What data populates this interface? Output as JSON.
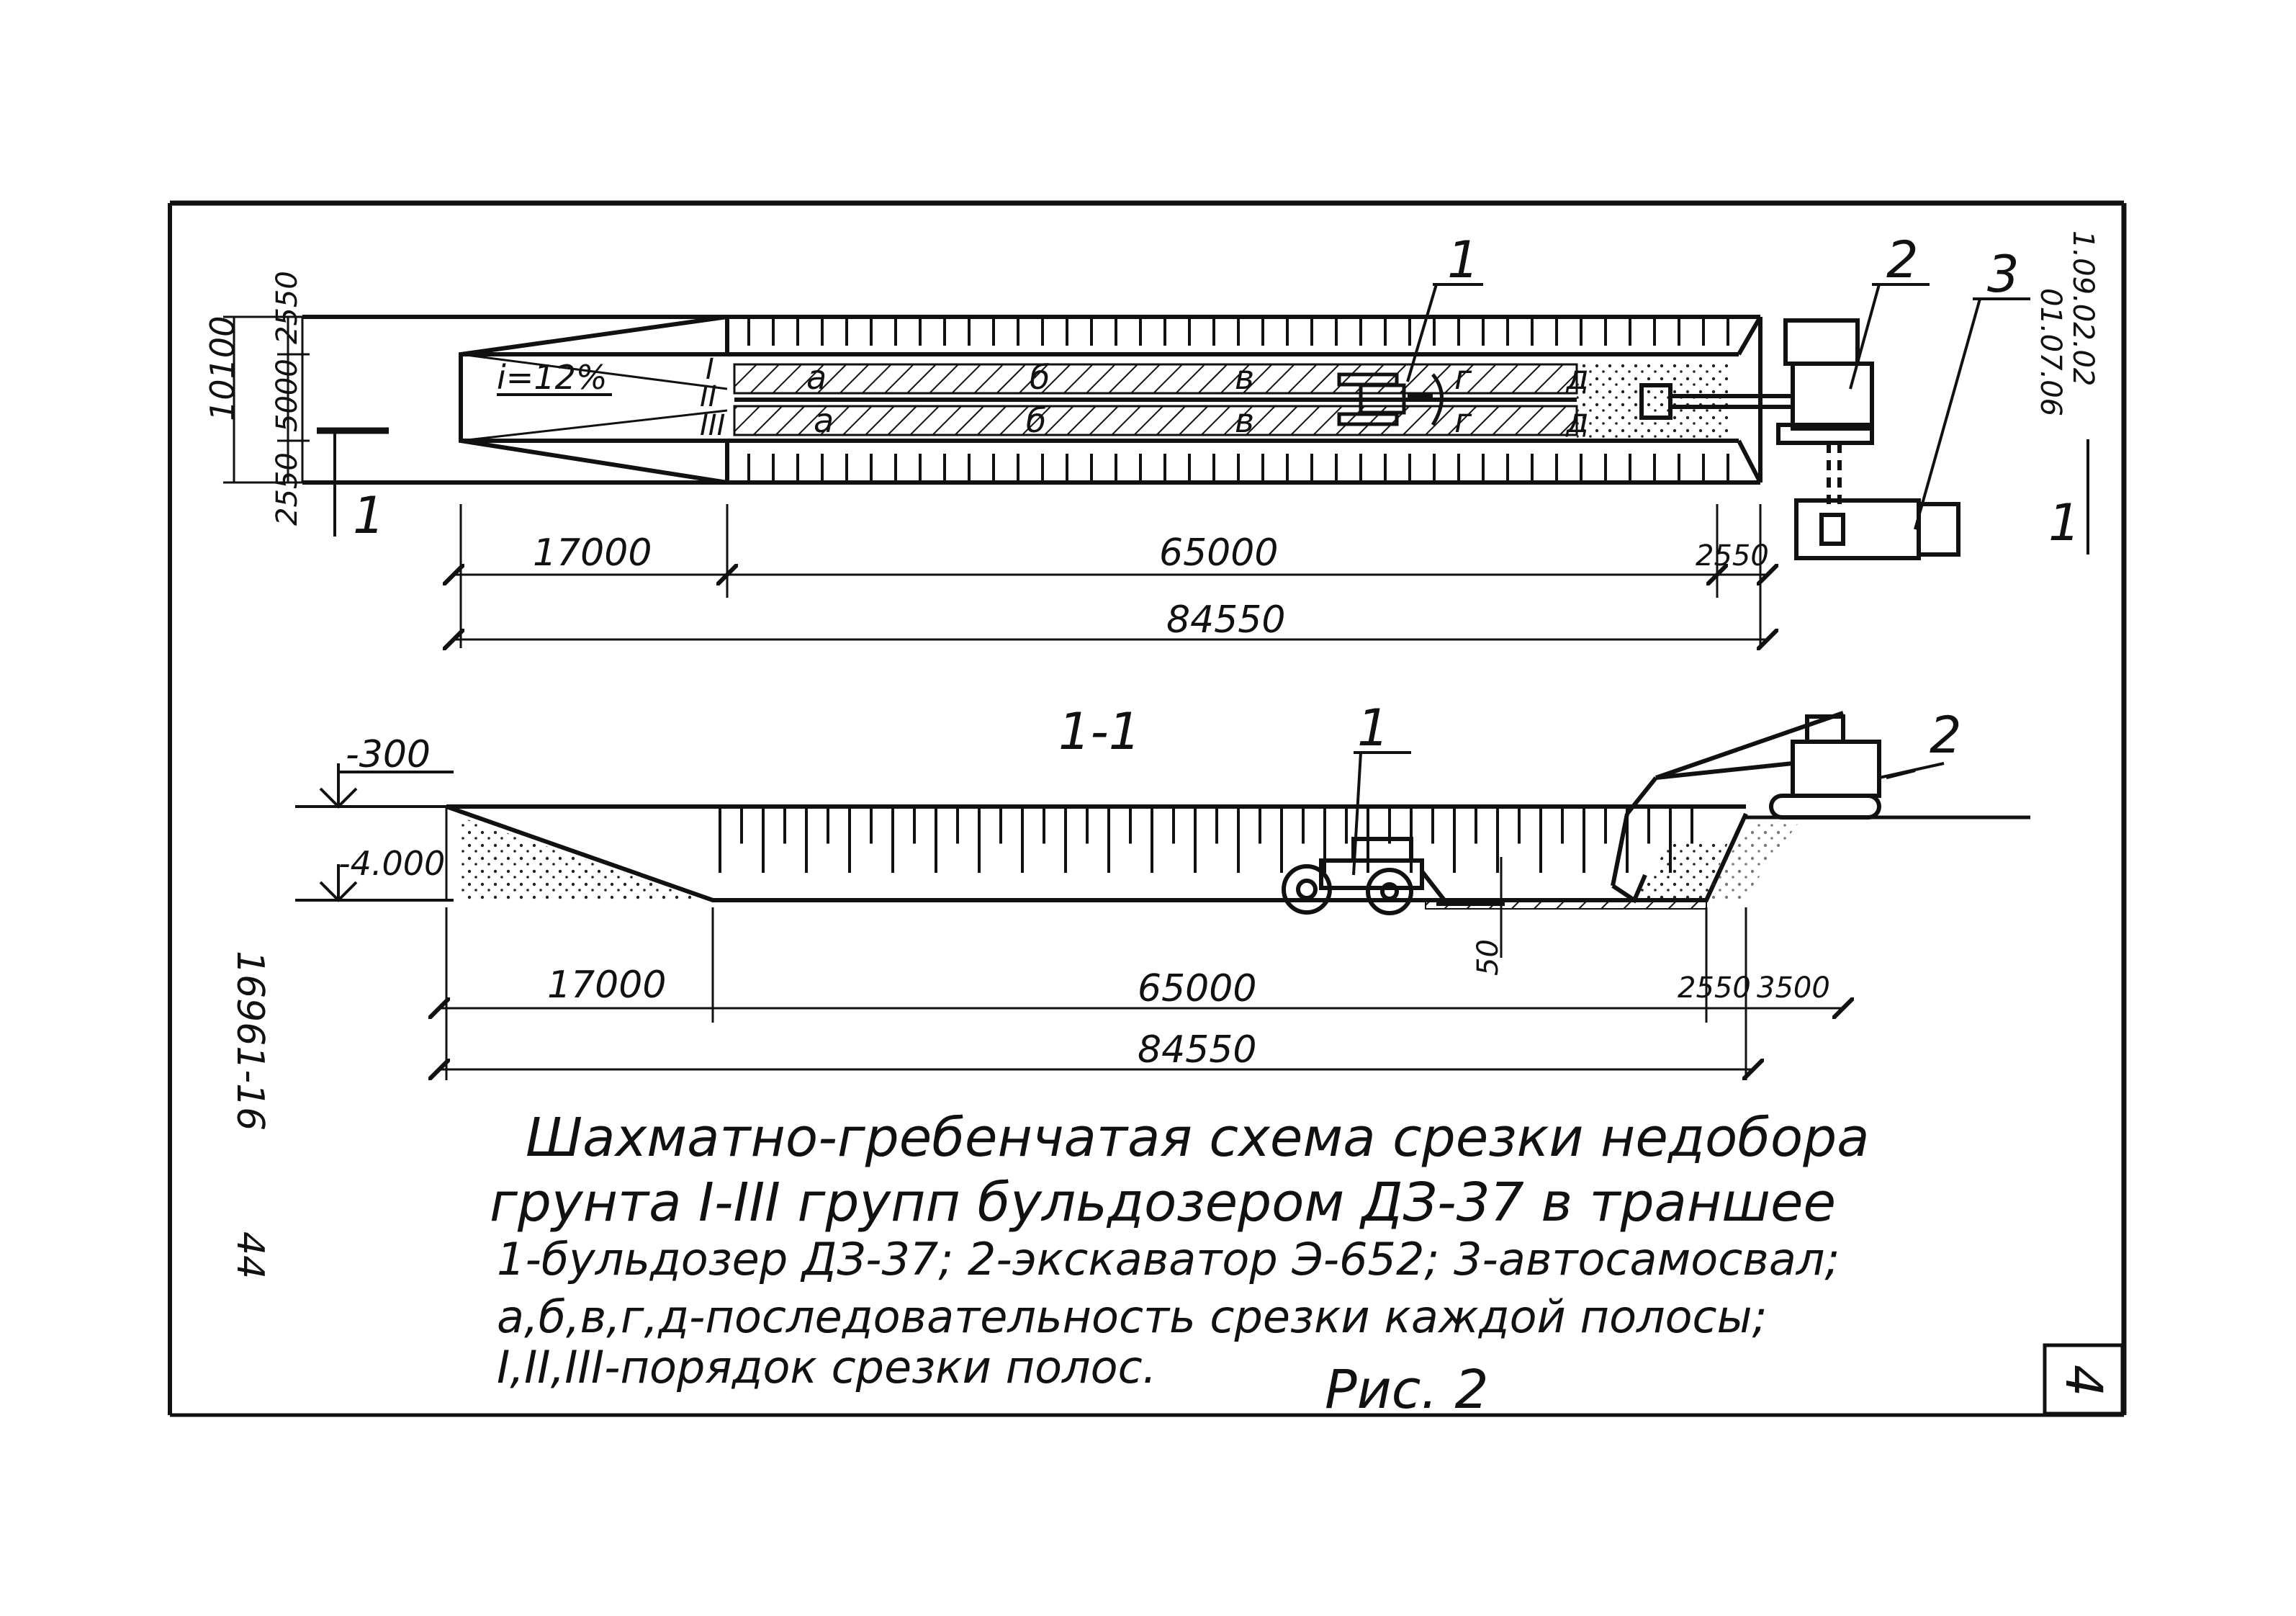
{
  "plan": {
    "callout_1": "1",
    "callout_2": "2",
    "callout_3": "3",
    "section_mark": "1",
    "section_mark_right": "1",
    "slope": "i=12%",
    "left_dims": [
      "10100",
      "2550",
      "5000",
      "2550"
    ],
    "row_marks": [
      "I",
      "II",
      "III"
    ],
    "strip_letters_top": [
      "а",
      "б",
      "в",
      "г",
      "д"
    ],
    "strip_letters_bottom": [
      "а",
      "б",
      "в",
      "г",
      "д"
    ],
    "dim_17000": "17000",
    "dim_65000": "65000",
    "dim_2550": "2550",
    "dim_84550": "84550"
  },
  "section": {
    "title": "1-1",
    "level_top": "-300",
    "level_bottom": "-4.000",
    "callout_1": "1",
    "callout_2": "2",
    "dim_50": "50",
    "dim_17000": "17000",
    "dim_65000": "65000",
    "dim_2550": "2550",
    "dim_3500": "3500",
    "dim_84550": "84550"
  },
  "caption": {
    "title_line1": "Шахматно-гребенчатая схема срезки недобора",
    "title_line2": "грунта I-III групп бульдозером ДЗ-37 в траншее",
    "legend1": "1-бульдозер ДЗ-37; 2-экскаватор Э-652; 3-автосамосвал;",
    "legend2": "а,б,в,г,д-последовательность срезки каждой полосы;",
    "legend3": "I,II,III-порядок срезки полос.",
    "fig": "Рис. 2"
  },
  "margin": {
    "doc_code": "16961-16",
    "page_left": "44",
    "date": "1.09.02.02",
    "date2": "01.07.06",
    "sheet": "4"
  }
}
